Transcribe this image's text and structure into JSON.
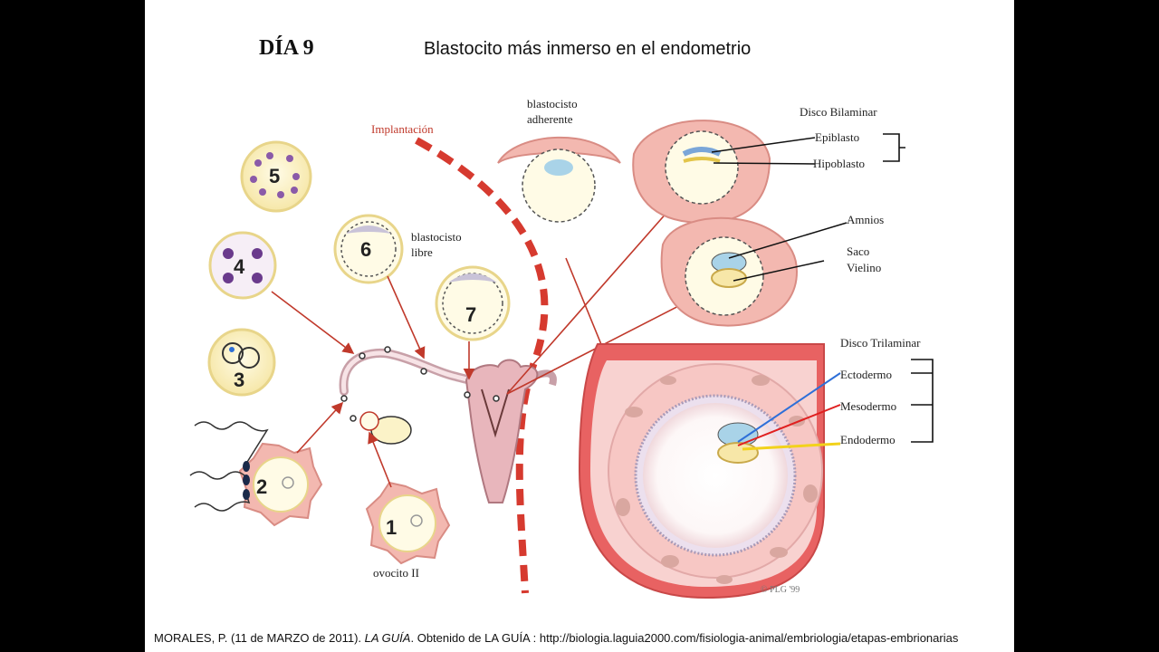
{
  "header": {
    "day": "DÍA 9",
    "title": "Blastocito más inmerso en el endometrio"
  },
  "diagram": {
    "implantation_label": "Implantación",
    "stages": [
      {
        "number": "1",
        "caption": "ovocito II"
      },
      {
        "number": "2",
        "caption": ""
      },
      {
        "number": "3",
        "caption": ""
      },
      {
        "number": "4",
        "caption": ""
      },
      {
        "number": "5",
        "caption": ""
      },
      {
        "number": "6",
        "caption_line1": "blastocisto",
        "caption_line2": "libre"
      },
      {
        "number": "7",
        "caption": ""
      }
    ],
    "adherent_label_line1": "blastocisto",
    "adherent_label_line2": "adherente",
    "bilaminar": {
      "title": "Disco Bilaminar",
      "epiblast": "Epiblasto",
      "hypoblast": "Hipoblasto"
    },
    "amnion": "Amnios",
    "yolk_sac_line1": "Saco",
    "yolk_sac_line2": "Vielino",
    "trilaminar": {
      "title": "Disco Trilaminar",
      "ectoderm": "Ectodermo",
      "mesoderm": "Mesodermo",
      "endoderm": "Endodermo"
    },
    "signature": "© PLG '99",
    "colors": {
      "arrow_red": "#c0392b",
      "dashed_red": "#d63a2f",
      "tissue_pink": "#f3b8b0",
      "ectoderm_blue": "#2e6fd8",
      "mesoderm_red": "#e02020",
      "endoderm_yellow": "#f2d21b"
    }
  },
  "citation": {
    "before": "MORALES, P. (11 de MARZO de 2011). ",
    "italic": "LA GUÍA",
    "after": ". Obtenido de LA GUÍA : http://biologia.laguia2000.com/fisiologia-animal/embriologia/etapas-embrionarias"
  }
}
